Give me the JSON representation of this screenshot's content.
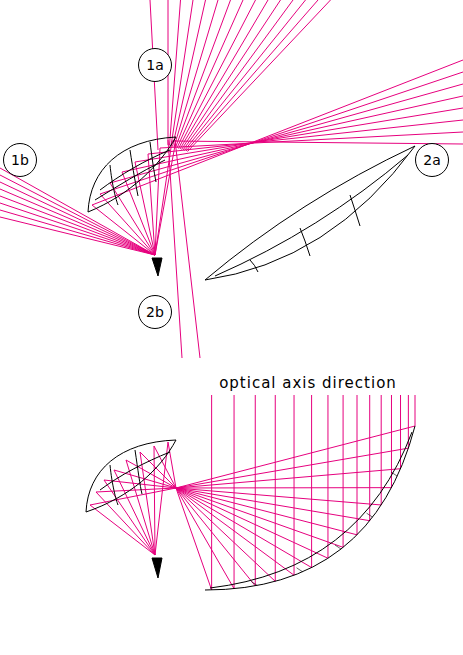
{
  "diagram": {
    "nodes": [
      {
        "text": [
          "1a"
        ]
      },
      {
        "text": [
          "1b"
        ]
      },
      {
        "text": [
          "2a"
        ]
      },
      {
        "text": [
          "2b"
        ]
      }
    ],
    "labels": [
      "optical axis direction"
    ]
  }
}
